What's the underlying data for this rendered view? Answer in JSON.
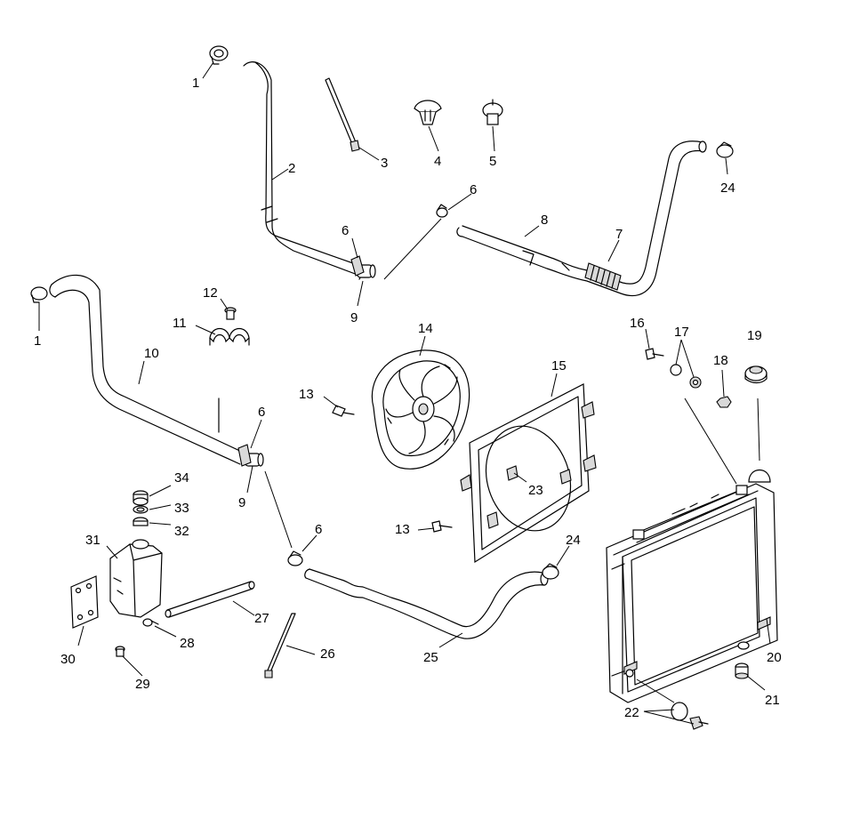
{
  "diagram": {
    "labels": {
      "l1a": "1",
      "l1b": "1",
      "l2": "2",
      "l3": "3",
      "l4": "4",
      "l5": "5",
      "l6a": "6",
      "l6b": "6",
      "l6c": "6",
      "l6d": "6",
      "l7": "7",
      "l8": "8",
      "l9a": "9",
      "l9b": "9",
      "l10": "10",
      "l11": "11",
      "l12": "12",
      "l13a": "13",
      "l13b": "13",
      "l14": "14",
      "l15": "15",
      "l16": "16",
      "l17": "17",
      "l18": "18",
      "l19": "19",
      "l20": "20",
      "l21": "21",
      "l22": "22",
      "l23": "23",
      "l24a": "24",
      "l24b": "24",
      "l25": "25",
      "l26": "26",
      "l27": "27",
      "l28": "28",
      "l29": "29",
      "l30": "30",
      "l31": "31",
      "l32": "32",
      "l33": "33",
      "l34": "34"
    }
  }
}
